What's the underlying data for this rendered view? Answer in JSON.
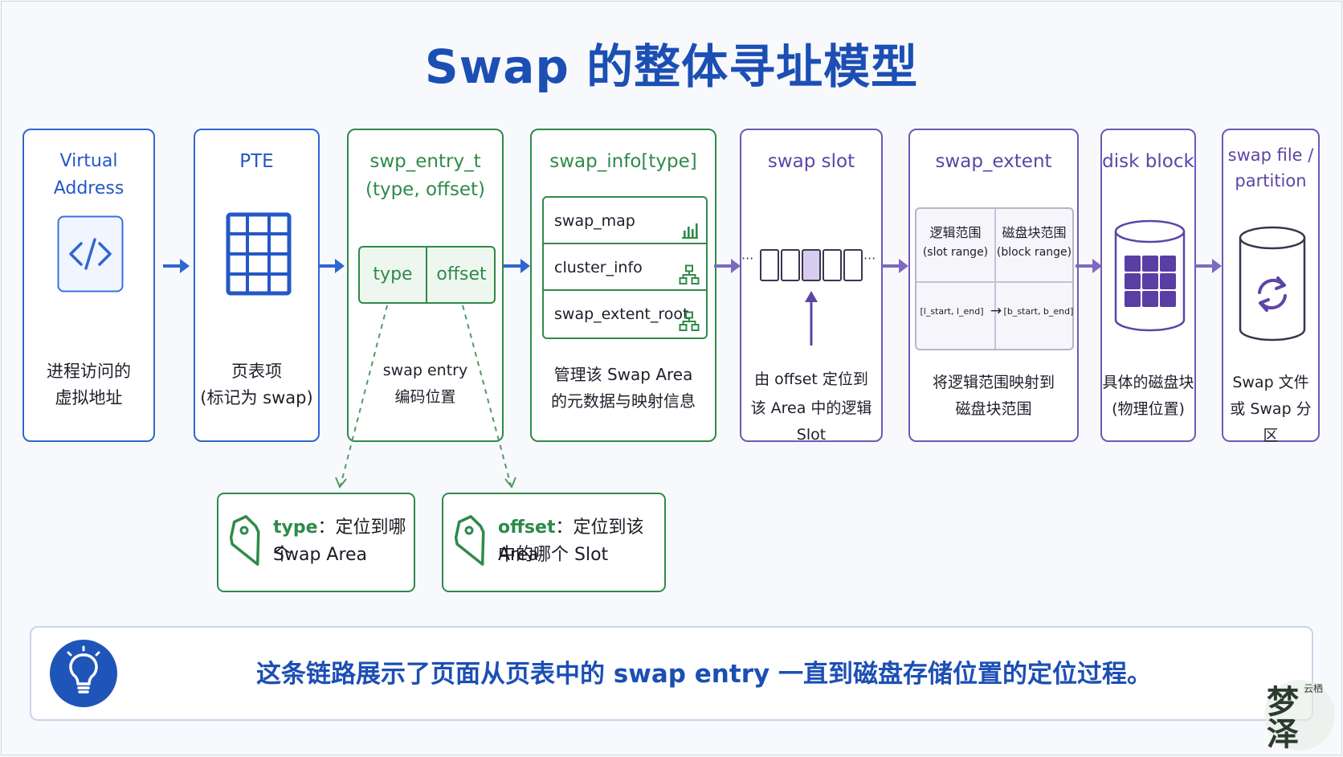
{
  "title": "Swap 的整体寻址模型",
  "colors": {
    "blue": "#2f66d2",
    "green": "#2f8a4a",
    "purple": "#6e58b7",
    "dark_blue_text": "#1c4fb4"
  },
  "cards": {
    "virtual_address": {
      "title": "Virtual Address",
      "caption_line1": "进程访问的",
      "caption_line2": "虚拟地址",
      "icon": "code-icon"
    },
    "pte": {
      "title": "PTE",
      "caption_line1": "页表项",
      "caption_line2": "(标记为 swap)",
      "icon": "grid-icon"
    },
    "swp_entry": {
      "title_line1": "swp_entry_t",
      "title_line2": "(type, offset)",
      "field_type": "type",
      "field_offset": "offset",
      "caption_line1": "swap entry",
      "caption_line2": "编码位置"
    },
    "swap_info": {
      "title": "swap_info[type]",
      "rows": [
        {
          "label": "swap_map",
          "icon": "bar-chart-icon"
        },
        {
          "label": "cluster_info",
          "icon": "hierarchy-icon"
        },
        {
          "label": "swap_extent_root",
          "icon": "hierarchy-icon"
        }
      ],
      "caption_line1": "管理该 Swap Area",
      "caption_line2": "的元数据与映射信息"
    },
    "swap_slot": {
      "title": "swap slot",
      "ellipsis": "···",
      "caption_line1": "由 offset 定位到",
      "caption_line2": "该 Area 中的逻辑 Slot"
    },
    "swap_extent": {
      "title": "swap_extent",
      "left_header_line1": "逻辑范围",
      "left_header_line2": "(slot range)",
      "right_header_line1": "磁盘块范围",
      "right_header_line2": "(block range)",
      "left_range": "[l_start, l_end]",
      "arrow": "→",
      "right_range": "[b_start, b_end]",
      "caption_line1": "将逻辑范围映射到",
      "caption_line2": "磁盘块范围"
    },
    "disk_block": {
      "title": "disk block",
      "icon": "disk-icon",
      "caption_line1": "具体的磁盘块",
      "caption_line2": "(物理位置)"
    },
    "swap_file": {
      "title_line1": "swap file /",
      "title_line2": "partition",
      "icon": "refresh-icon",
      "caption_line1": "Swap 文件",
      "caption_line2": "或 Swap 分区"
    }
  },
  "notes": {
    "type_note": {
      "label": "type",
      "sep": "：",
      "text_line1_rest": "定位到哪个",
      "text_line2": "Swap Area",
      "icon": "tag-icon"
    },
    "offset_note": {
      "label": "offset",
      "sep": "：",
      "text_line1_rest": "定位到该 Area",
      "text_line2": "中的哪个 Slot",
      "icon": "tag-icon"
    }
  },
  "tip": {
    "text": "这条链路展示了页面从页表中的 swap entry 一直到磁盘存储位置的定位过程。",
    "icon": "lightbulb-icon"
  },
  "watermark": {
    "text_main": "梦泽",
    "text_small": "云栖"
  }
}
